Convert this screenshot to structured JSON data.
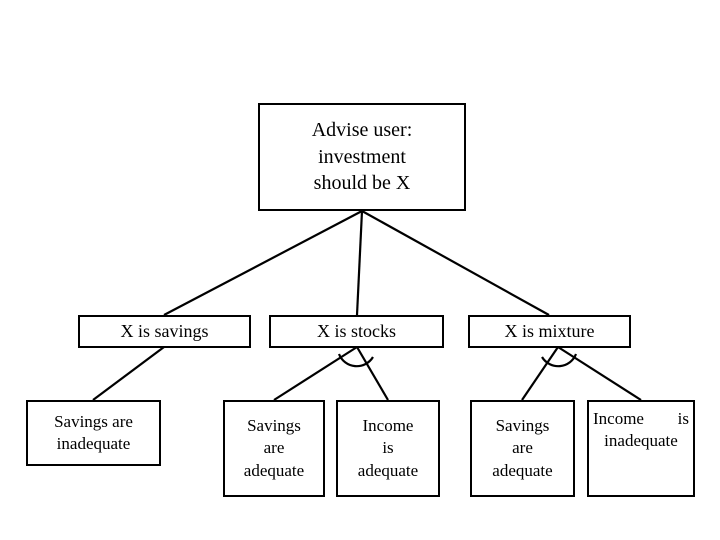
{
  "diagram": {
    "title_text": "Advise user: investment should be X",
    "type": "and-or-goal-tree",
    "stroke_color": "#000000",
    "background_color": "#ffffff",
    "root": {
      "label": "Advise user: investment should be X",
      "lines": [
        "Advise user:",
        "investment",
        "should be X"
      ]
    },
    "middle": [
      {
        "label": "X is savings",
        "lines": [
          "X is savings"
        ]
      },
      {
        "label": "X is stocks",
        "lines": [
          "X is stocks"
        ]
      },
      {
        "label": "X is mixture",
        "lines": [
          "X is mixture"
        ]
      }
    ],
    "leaves": [
      {
        "label": "Savings are inadequate",
        "lines": [
          "Savings are",
          "inadequate"
        ]
      },
      {
        "label": "Savings are adequate",
        "lines": [
          "Savings",
          "are",
          "adequate"
        ]
      },
      {
        "label": "Income is adequate",
        "lines": [
          "Income",
          "is",
          "adequate"
        ]
      },
      {
        "label": "Savings are adequate",
        "lines": [
          "Savings",
          "are",
          "adequate"
        ]
      },
      {
        "label": "Income is inadequate",
        "lines": [
          "Income",
          "is",
          "inadequate"
        ]
      }
    ],
    "and_arc_nodes": [
      "X is stocks",
      "X is mixture"
    ]
  }
}
